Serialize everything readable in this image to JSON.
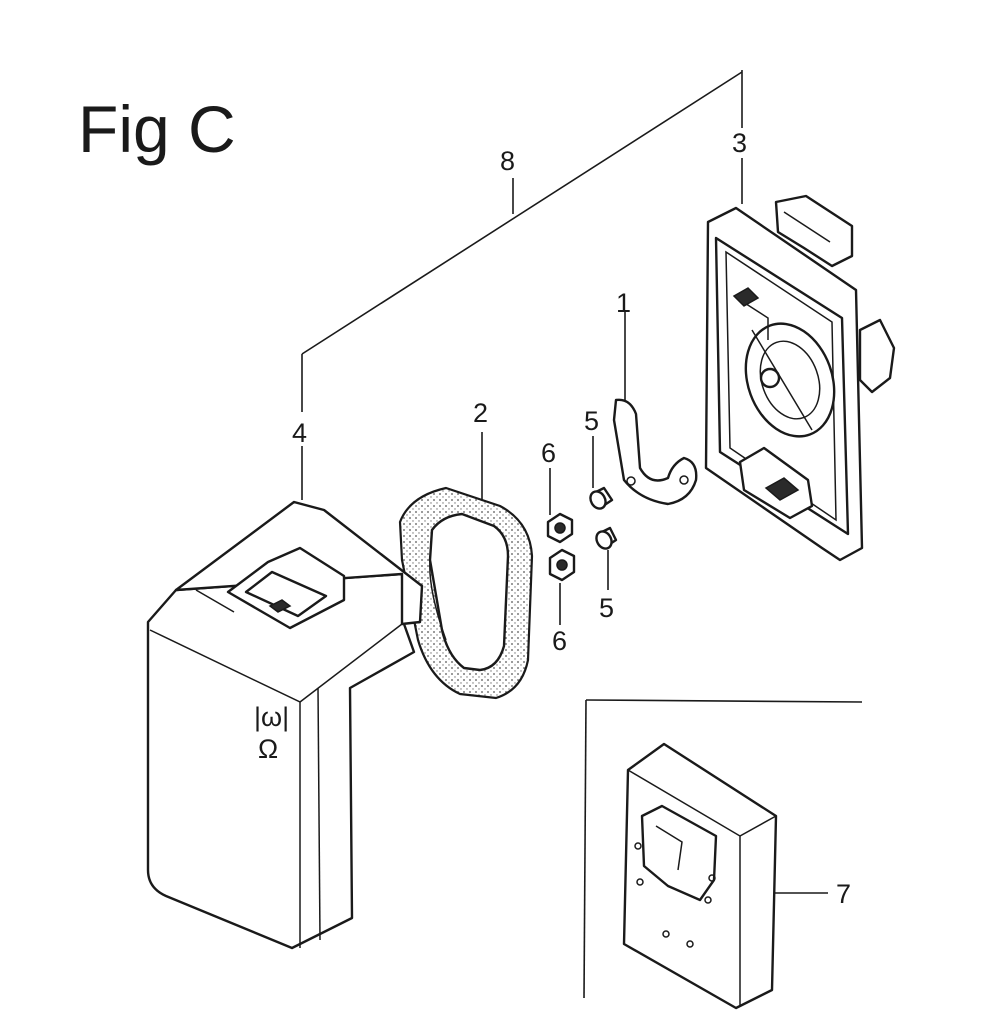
{
  "figure": {
    "title": "Fig C"
  },
  "callouts": {
    "c1": "1",
    "c2": "2",
    "c3": "3",
    "c4": "4",
    "c5a": "5",
    "c5b": "5",
    "c6a": "6",
    "c6b": "6",
    "c7": "7",
    "c8": "8"
  },
  "cover_marks": {
    "line1": "|ω|",
    "line2": "Ω"
  }
}
